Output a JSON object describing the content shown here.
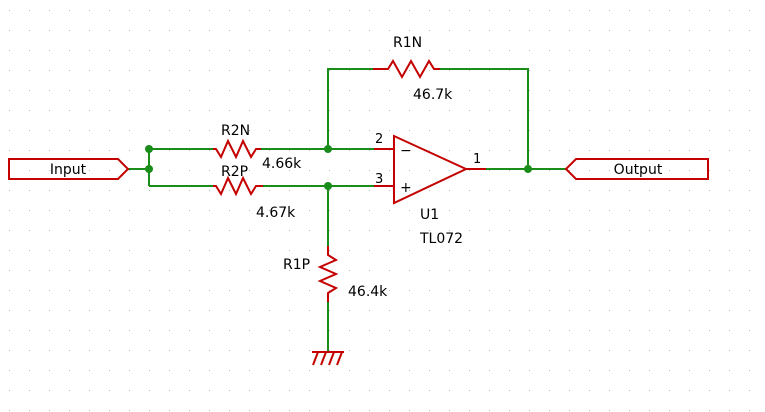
{
  "colors": {
    "wire": "#1a8c1a",
    "component": "#c40000",
    "junction": "#1a8c1a",
    "grid_dot": "#b8b8b8",
    "text": "#000000",
    "background": "#ffffff"
  },
  "ports": {
    "input": "Input",
    "output": "Output"
  },
  "resistors": {
    "r1n": {
      "ref": "R1N",
      "value": "46.7k"
    },
    "r2n": {
      "ref": "R2N",
      "value": "4.66k"
    },
    "r2p": {
      "ref": "R2P",
      "value": "4.67k"
    },
    "r1p": {
      "ref": "R1P",
      "value": "46.4k"
    }
  },
  "opamp": {
    "ref": "U1",
    "value": "TL072",
    "pin_inverting": "2",
    "pin_noninverting": "3",
    "pin_output": "1",
    "minus_sign": "−",
    "plus_sign": "+"
  }
}
